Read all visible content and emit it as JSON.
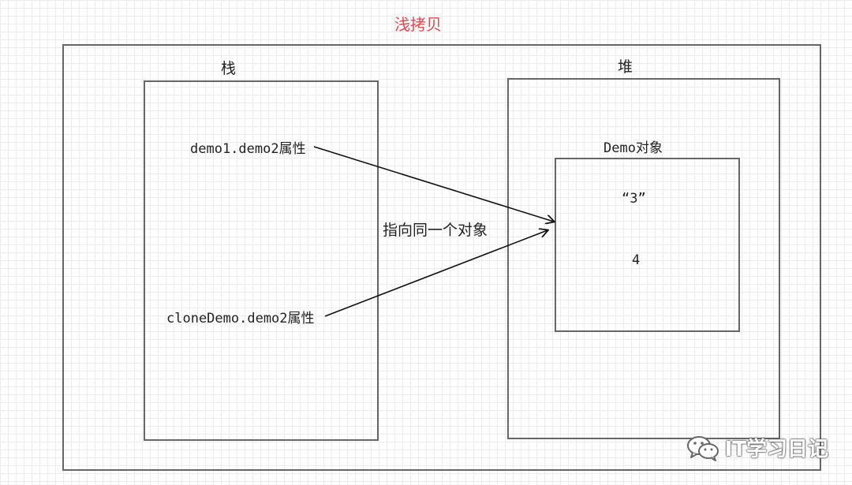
{
  "diagram": {
    "title": "浅拷贝",
    "stack_label": "栈",
    "heap_label": "堆",
    "stack_items": [
      "demo1.demo2属性",
      "cloneDemo.demo2属性"
    ],
    "arrow_label": "指向同一个对象",
    "object_label": "Demo对象",
    "object_values": [
      "“3”",
      "4"
    ],
    "colors": {
      "title": "#e8474f",
      "border": "#666666",
      "arrow": "#111111"
    }
  },
  "watermark": {
    "text": "IT学习日记",
    "icon": "wechat-icon"
  }
}
